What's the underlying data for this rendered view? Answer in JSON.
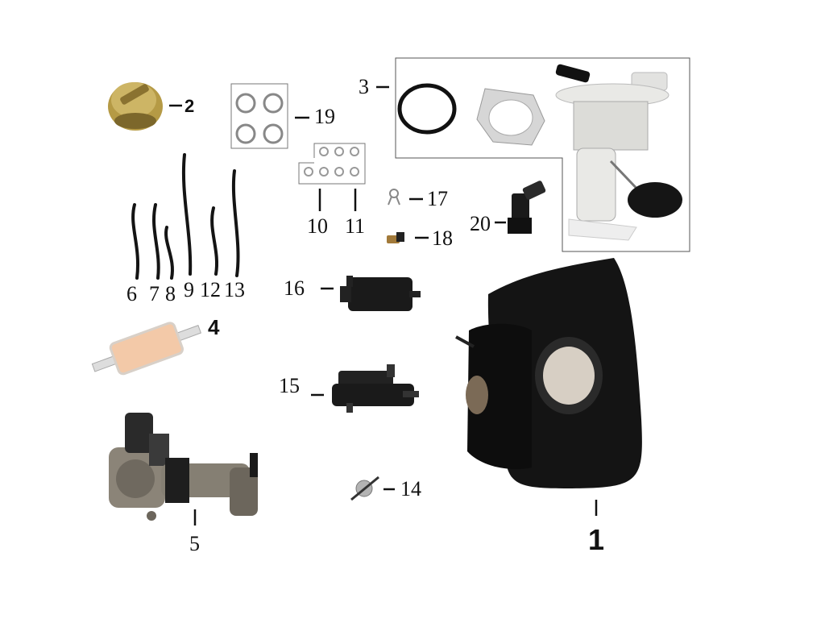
{
  "callouts": {
    "c1": "1",
    "c2": "2",
    "c3": "3",
    "c4": "4",
    "c5": "5",
    "c6": "6",
    "c7": "7",
    "c8": "8",
    "c9": "9",
    "c10": "10",
    "c11": "11",
    "c12": "12",
    "c13": "13",
    "c14": "14",
    "c15": "15",
    "c16": "16",
    "c17": "17",
    "c18": "18",
    "c19": "19",
    "c20": "20"
  },
  "colors": {
    "background": "#ffffff",
    "tank": "#141414",
    "cap": "#b59a45",
    "filter": "#f3c9a8",
    "throttle": "#8b8478",
    "pump": "#e9e9e6",
    "hose": "#141414",
    "box_border": "#555555"
  }
}
